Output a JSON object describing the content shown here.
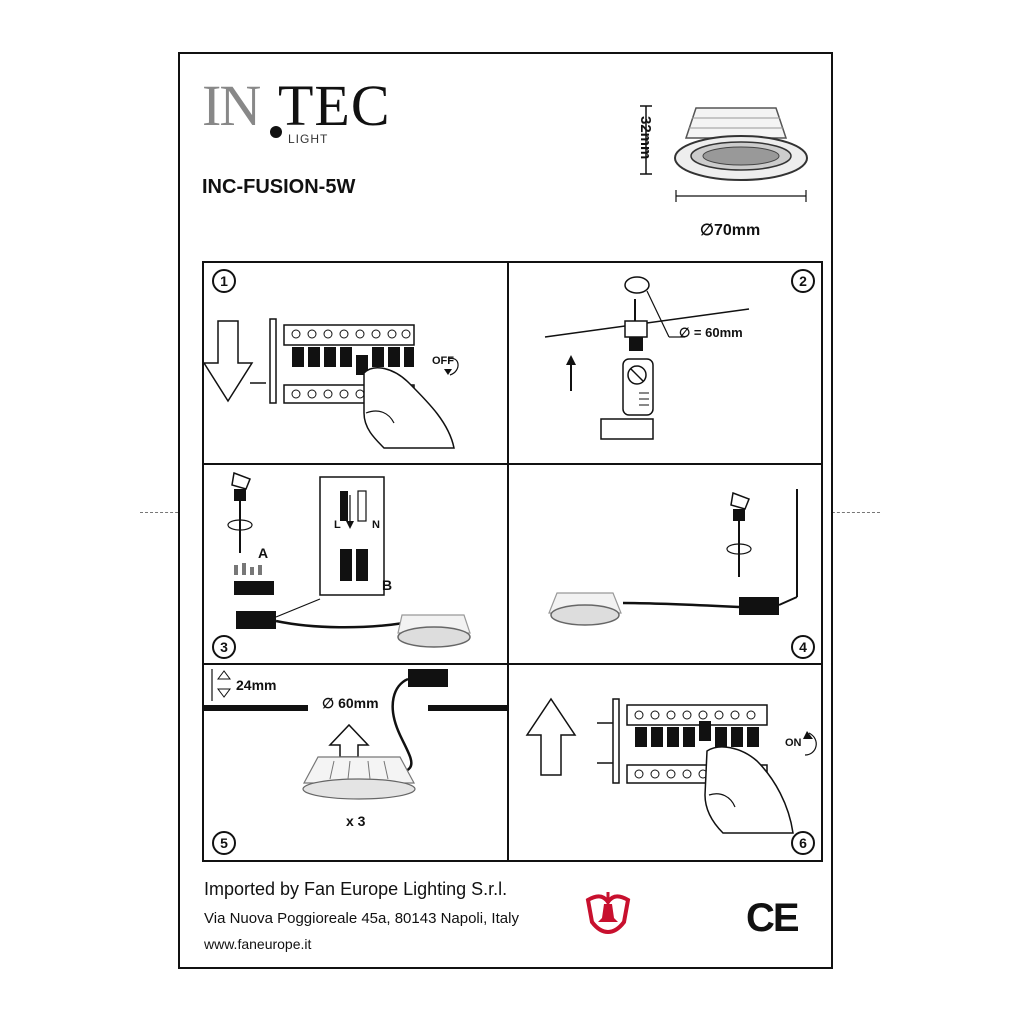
{
  "brand": {
    "logo_main": "IN",
    "logo_second": "TEC",
    "logo_sub": "LIGHT"
  },
  "model": "INC-FUSION-5W",
  "dimensions": {
    "height": "32mm",
    "diameter": "∅70mm"
  },
  "steps": [
    {
      "number": "1",
      "label": "OFF"
    },
    {
      "number": "2",
      "label": "∅ = 60mm"
    },
    {
      "number": "3",
      "label_a": "A",
      "label_b": "B",
      "label_l": "L",
      "label_n": "N"
    },
    {
      "number": "4"
    },
    {
      "number": "5",
      "depth": "24mm",
      "hole": "∅ 60mm",
      "count": "x 3"
    },
    {
      "number": "6",
      "label": "ON"
    }
  ],
  "footer": {
    "importer": "Imported by Fan Europe Lighting S.r.l.",
    "address": "Via Nuova Poggioreale 45a, 80143 Napoli, Italy",
    "website": "www.faneurope.it",
    "mark": "CE"
  },
  "colors": {
    "brand_red": "#c8102e",
    "ink": "#111111"
  }
}
